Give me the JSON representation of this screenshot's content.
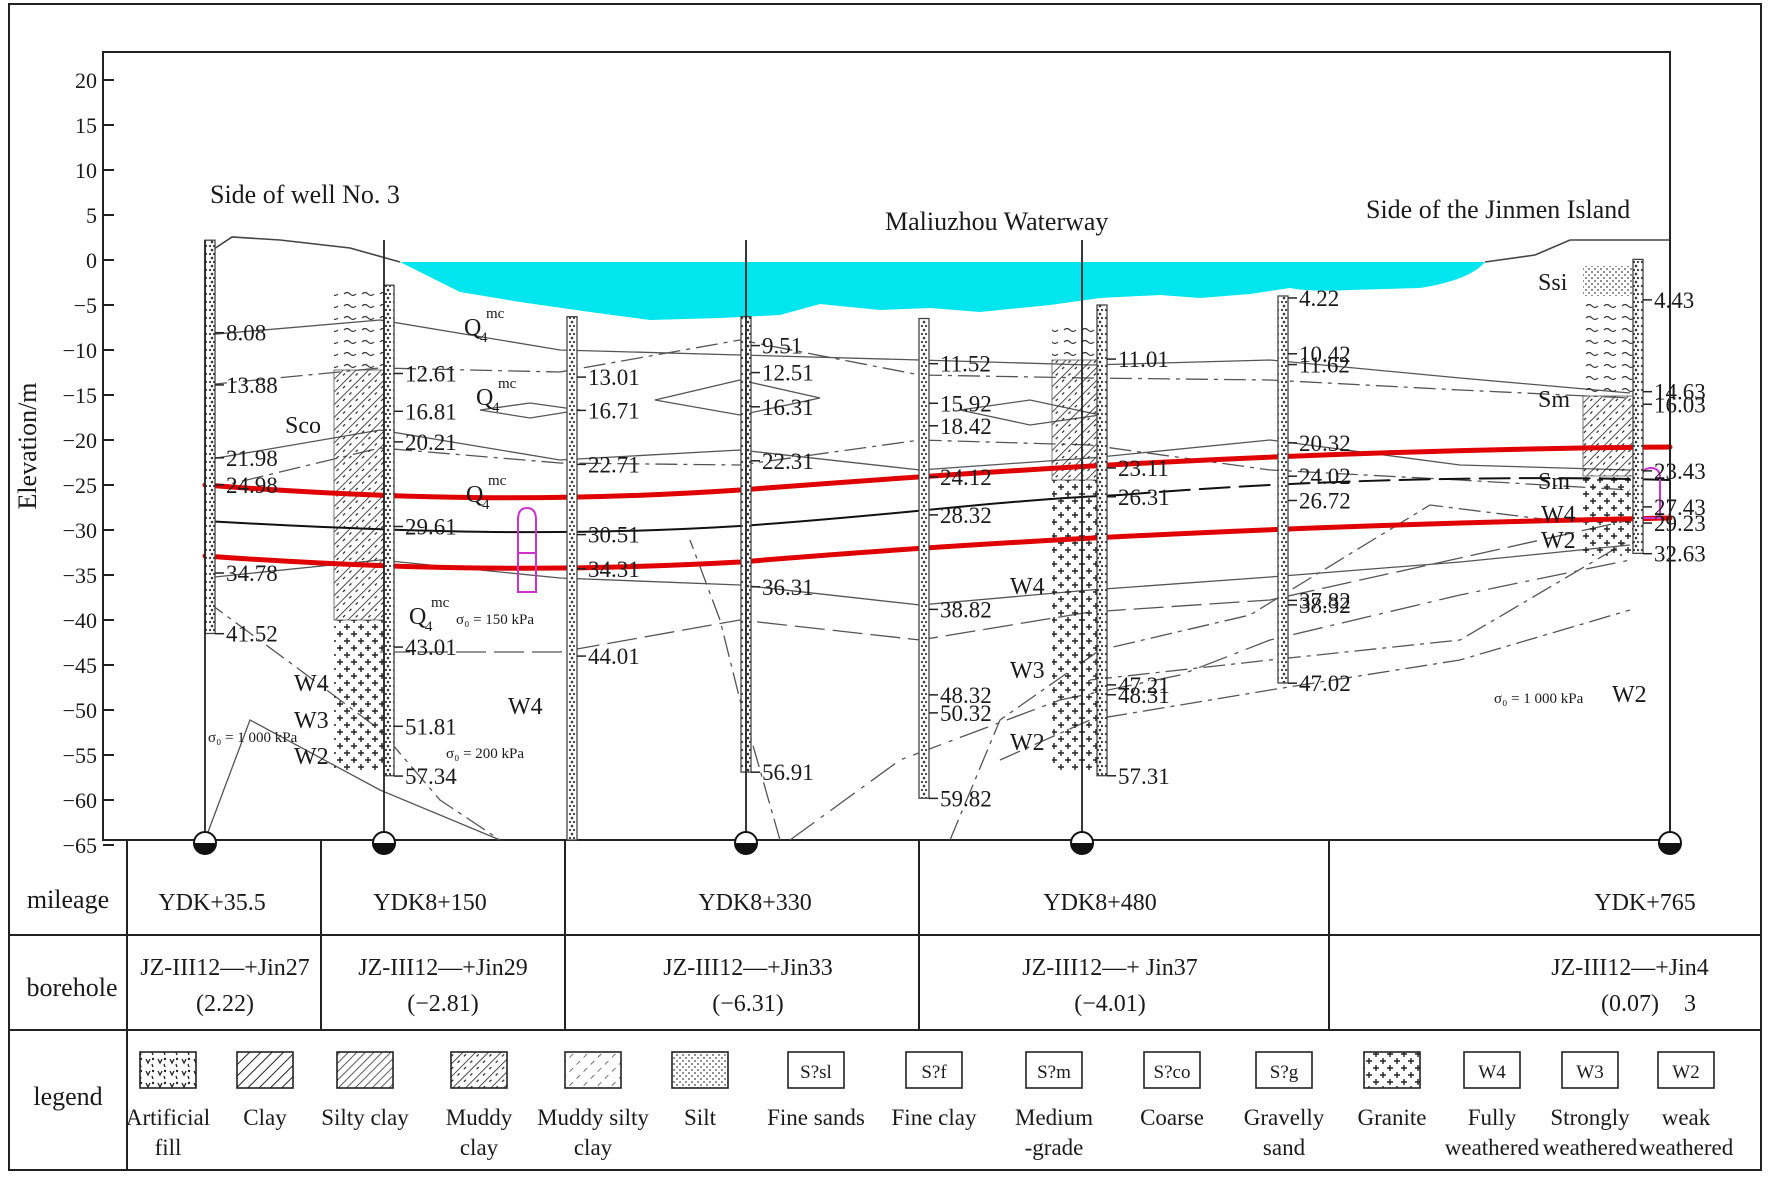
{
  "figure": {
    "y_axis_label": "Elevation/m",
    "y_ticks": [
      "20",
      "15",
      "10",
      "5",
      "0",
      "−5",
      "−10",
      "−15",
      "−20",
      "−25",
      "−30",
      "−35",
      "−40",
      "−45",
      "−50",
      "−55",
      "−60",
      "−65"
    ],
    "headings": {
      "left": "Side of well No. 3",
      "center": "Maliuzhou Waterway",
      "right": "Side of the Jinmen Island"
    },
    "boreholes": [
      {
        "labels": [
          "8.08",
          "13.88",
          "21.98",
          "24.98",
          "34.78",
          "41.52"
        ]
      },
      {
        "labels": [
          "12.61",
          "16.81",
          "20.21",
          "29.61",
          "43.01",
          "51.81",
          "57.34"
        ]
      },
      {
        "labels": [
          "13.01",
          "16.71",
          "22.71",
          "30.51",
          "34.31",
          "44.01"
        ]
      },
      {
        "labels": [
          "9.51",
          "12.51",
          "16.31",
          "22.31",
          "36.31",
          "56.91"
        ]
      },
      {
        "labels": [
          "11.52",
          "15.92",
          "18.42",
          "24.12",
          "28.32",
          "38.82",
          "48.32",
          "50.32",
          "59.82"
        ]
      },
      {
        "labels": [
          "11.01",
          "23.11",
          "26.31",
          "47.21",
          "48.31",
          "57.31"
        ]
      },
      {
        "labels": [
          "4.22",
          "10.42",
          "11.62",
          "20.32",
          "24.02",
          "26.72",
          "37.82",
          "38.32",
          "47.02"
        ]
      },
      {
        "labels": [
          "4.43",
          "14.63",
          "16.03",
          "23.43",
          "27.43",
          "29.23",
          "32.63"
        ]
      }
    ],
    "strata_labels": {
      "q": "Q",
      "q_sub": "4",
      "q_sup": "mc",
      "sco": "Sco",
      "ssi": "Ssi",
      "sm": "Sm",
      "w4": "W4",
      "w3": "W3",
      "w2": "W2",
      "sigma150": "σ₀ = 150 kPa",
      "sigma200": "σ₀ = 200 kPa",
      "sigma1000": "σ₀ = 1 000 kPa"
    },
    "colors": {
      "water": "#00e5ee",
      "tunnel": "#e00000",
      "shaft": "#cc33cc"
    }
  },
  "table": {
    "mileage_header": "mileage",
    "mileage": [
      "YDK+35.5",
      "YDK8+150",
      "YDK8+330",
      "YDK8+480",
      "YDK+765"
    ],
    "borehole_header": "borehole",
    "boreholes": [
      {
        "id": "JZ-III12—+Jin27",
        "elev": "(2.22)"
      },
      {
        "id": "JZ-III12—+Jin29",
        "elev": "(−2.81)"
      },
      {
        "id": "JZ-III12—+Jin33",
        "elev": "(−6.31)"
      },
      {
        "id": "JZ-III12—+ Jin37",
        "elev": "(−4.01)"
      },
      {
        "id": "JZ-III12—+Jin4",
        "elev": "(0.07)",
        "extra": "3"
      }
    ],
    "legend_header": "legend",
    "legend": [
      {
        "symbol": "fill",
        "lines": [
          "Artificial",
          "fill"
        ]
      },
      {
        "symbol": "clay",
        "lines": [
          "Clay"
        ]
      },
      {
        "symbol": "siltyclay",
        "lines": [
          "Silty clay"
        ]
      },
      {
        "symbol": "muddyclay",
        "lines": [
          "Muddy",
          "clay"
        ]
      },
      {
        "symbol": "muddysilty",
        "lines": [
          "Muddy silty",
          "clay"
        ]
      },
      {
        "symbol": "silt",
        "lines": [
          "Silt"
        ]
      },
      {
        "symbol": "S?sl",
        "lines": [
          "Fine sands"
        ]
      },
      {
        "symbol": "S?f",
        "lines": [
          "Fine clay"
        ]
      },
      {
        "symbol": "S?m",
        "lines": [
          "Medium",
          "-grade"
        ]
      },
      {
        "symbol": "S?co",
        "lines": [
          "Coarse"
        ]
      },
      {
        "symbol": "S?g",
        "lines": [
          "Gravelly",
          "sand"
        ]
      },
      {
        "symbol": "granite",
        "lines": [
          "Granite"
        ]
      },
      {
        "symbol": "W4",
        "lines": [
          "Fully",
          "weathered"
        ]
      },
      {
        "symbol": "W3",
        "lines": [
          "Strongly",
          "weathered"
        ]
      },
      {
        "symbol": "W2",
        "lines": [
          "weak",
          "weathered"
        ]
      }
    ]
  }
}
